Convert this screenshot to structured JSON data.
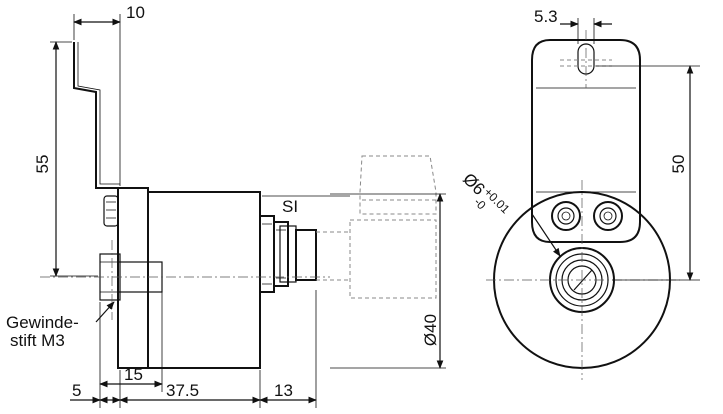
{
  "dimensions": {
    "top_width": "10",
    "height_55": "55",
    "label_15": "15",
    "label_5": "5",
    "label_37_5": "37.5",
    "label_13": "13",
    "diameter_40": "Ø40",
    "hole_5_3": "5.3",
    "height_50": "50",
    "shaft_main": "Ø6",
    "shaft_tol_upper": "+0.01",
    "shaft_tol_lower": "-0"
  },
  "labels": {
    "si": "SI",
    "set_screw_line1": "Gewinde-",
    "set_screw_line2": "stift M3"
  }
}
